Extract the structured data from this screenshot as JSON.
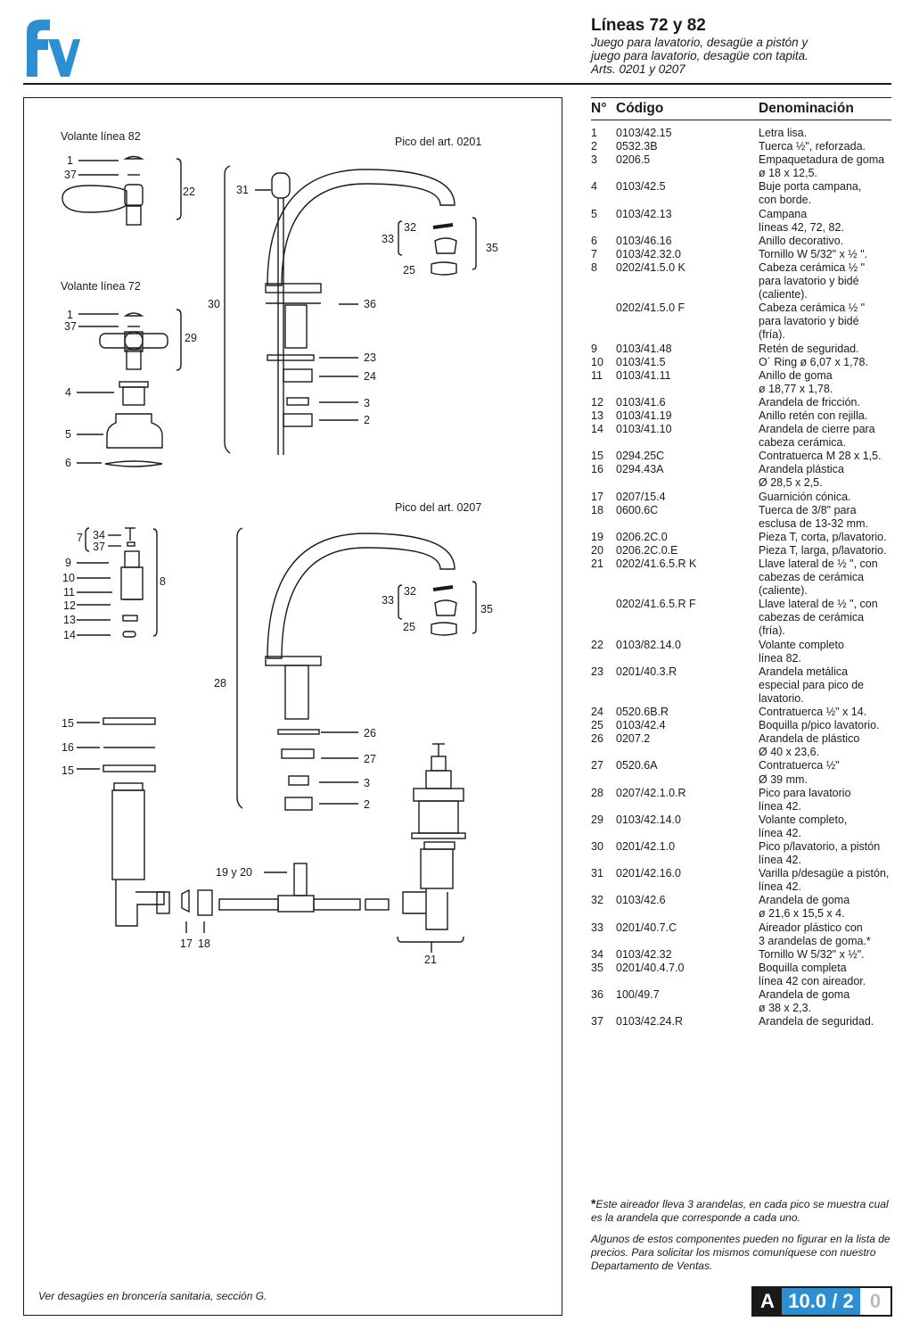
{
  "header": {
    "title": "Líneas 72 y 82",
    "subtitle_lines": [
      "Juego para lavatorio, desagüe a pistón y",
      "juego para lavatorio, desagüe con tapita.",
      "Arts. 0201 y 0207"
    ]
  },
  "brand": {
    "logo_text": "fv",
    "color": "#2b8fd1"
  },
  "diagram": {
    "label_volante82": "Volante línea 82",
    "label_volante72": "Volante línea 72",
    "label_pico0201": "Pico del art. 0201",
    "label_pico0207": "Pico del art. 0207",
    "footnote": "Ver desagües en broncería sanitaria, sección G.",
    "callouts": [
      "1",
      "37",
      "22",
      "1",
      "37",
      "29",
      "4",
      "5",
      "6",
      "31",
      "30",
      "33",
      "32",
      "35",
      "25",
      "36",
      "23",
      "24",
      "3",
      "2",
      "7",
      "34",
      "37",
      "9",
      "10",
      "11",
      "12",
      "13",
      "14",
      "8",
      "28",
      "33",
      "32",
      "35",
      "25",
      "26",
      "27",
      "3",
      "2",
      "15",
      "16",
      "15",
      "19 y 20",
      "17",
      "18",
      "21"
    ]
  },
  "table": {
    "headers": [
      "N°",
      "Código",
      "Denominación"
    ],
    "rows": [
      [
        "1",
        "0103/42.15",
        "Letra lisa."
      ],
      [
        "2",
        "0532.3B",
        "Tuerca ½\", reforzada."
      ],
      [
        "3",
        "0206.5",
        "Empaquetadura de goma\nø 18 x 12,5."
      ],
      [
        "4",
        "0103/42.5",
        "Buje porta campana,\ncon borde."
      ],
      [
        "5",
        "0103/42.13",
        "Campana\nlíneas 42, 72, 82."
      ],
      [
        "6",
        "0103/46.16",
        "Anillo decorativo."
      ],
      [
        "7",
        "0103/42.32.0",
        "Tornillo W 5/32\" x ½ \"."
      ],
      [
        "8",
        "0202/41.5.0 K",
        "Cabeza cerámica ½ \"\npara lavatorio y bidé\n(caliente)."
      ],
      [
        "",
        "0202/41.5.0 F",
        "Cabeza cerámica ½ \"\npara lavatorio y bidé\n(fría)."
      ],
      [
        "9",
        "0103/41.48",
        "Retén de seguridad."
      ],
      [
        "10",
        "0103/41.5",
        "O´ Ring ø 6,07 x 1,78."
      ],
      [
        "11",
        "0103/41.11",
        "Anillo de goma\nø 18,77 x 1,78."
      ],
      [
        "12",
        "0103/41.6",
        "Arandela de fricción."
      ],
      [
        "13",
        "0103/41.19",
        "Anillo retén con rejilla."
      ],
      [
        "14",
        "0103/41.10",
        "Arandela de cierre para\ncabeza cerámica."
      ],
      [
        "15",
        "0294.25C",
        "Contratuerca M 28 x 1,5."
      ],
      [
        "16",
        "0294.43A",
        "Arandela plástica\nØ 28,5 x 2,5."
      ],
      [
        "17",
        "0207/15.4",
        "Guarnición cónica."
      ],
      [
        "18",
        "0600.6C",
        "Tuerca de 3/8\" para\nesclusa de 13-32 mm."
      ],
      [
        "19",
        "0206.2C.0",
        "Pieza T, corta, p/lavatorio."
      ],
      [
        "20",
        "0206.2C.0.E",
        "Pieza T, larga, p/lavatorio."
      ],
      [
        "21",
        "0202/41.6.5.R K",
        "Llave lateral de ½ \", con\ncabezas de cerámica\n(caliente)."
      ],
      [
        "",
        "0202/41.6.5.R F",
        "Llave lateral de ½ \", con\ncabezas de cerámica\n(fría)."
      ],
      [
        "22",
        "0103/82.14.0",
        "Volante completo\nlínea 82."
      ],
      [
        "23",
        "0201/40.3.R",
        "Arandela metálica\nespecial para pico de\nlavatorio."
      ],
      [
        "24",
        "0520.6B.R",
        "Contratuerca ½\" x 14."
      ],
      [
        "25",
        "0103/42.4",
        "Boquilla p/pico lavatorio."
      ],
      [
        "26",
        "0207.2",
        "Arandela de plástico\nØ 40 x 23,6."
      ],
      [
        "27",
        "0520.6A",
        "Contratuerca ½\"\nØ 39 mm."
      ],
      [
        "28",
        "0207/42.1.0.R",
        "Pico para lavatorio\nlínea 42."
      ],
      [
        "29",
        "0103/42.14.0",
        "Volante completo,\nlínea 42."
      ],
      [
        "30",
        "0201/42.1.0",
        "Pico p/lavatorio, a pistón\nlínea 42."
      ],
      [
        "31",
        "0201/42.16.0",
        "Varilla p/desagüe a pistón,\nlínea 42."
      ],
      [
        "32",
        "0103/42.6",
        "Arandela de goma\nø 21,6 x 15,5 x 4."
      ],
      [
        "33",
        "0201/40.7.C",
        "Aireador plástico con\n3 arandelas de goma.*"
      ],
      [
        "34",
        "0103/42.32",
        "Tornillo W 5/32\" x ½\"."
      ],
      [
        "35",
        "0201/40.4.7.0",
        "Boquilla completa\nlínea 42 con aireador."
      ],
      [
        "36",
        "100/49.7",
        "Arandela de goma\nø 38 x 2,3."
      ],
      [
        "37",
        "0103/42.24.R",
        "Arandela de seguridad."
      ]
    ]
  },
  "notes": {
    "star": "*",
    "aireador": "Este aireador lleva 3 arandelas, en cada pico se muestra cual es la arandela que corresponde a cada uno.",
    "components": "Algunos de estos componentes pueden no figurar en la lista de precios. Para solicitar los mismos comuníquese con nuestro Departamento de Ventas."
  },
  "badge": {
    "letter": "A",
    "number": "10.0 / 2",
    "suffix": "0"
  }
}
